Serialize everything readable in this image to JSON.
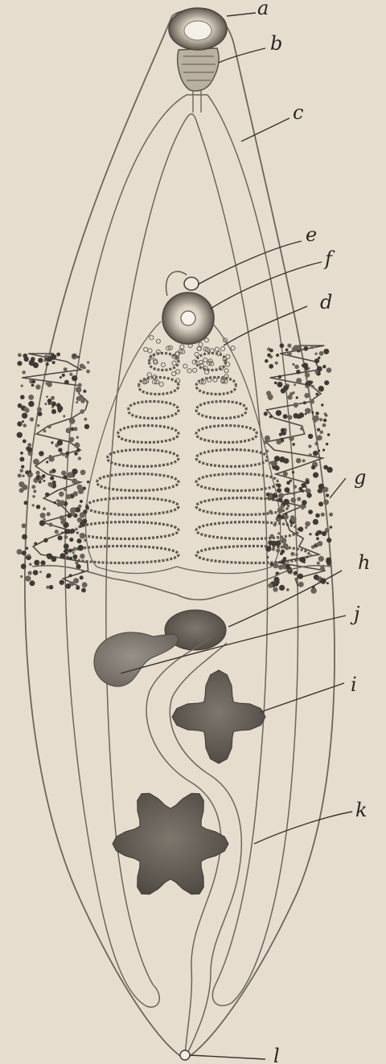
{
  "figure": {
    "paper_color": "#e6ddcf",
    "ink_color": "#3a332b",
    "organ_color": "#5a544c",
    "labels": [
      "a",
      "b",
      "c",
      "d",
      "e",
      "f",
      "g",
      "h",
      "i",
      "j",
      "k",
      "l"
    ]
  }
}
